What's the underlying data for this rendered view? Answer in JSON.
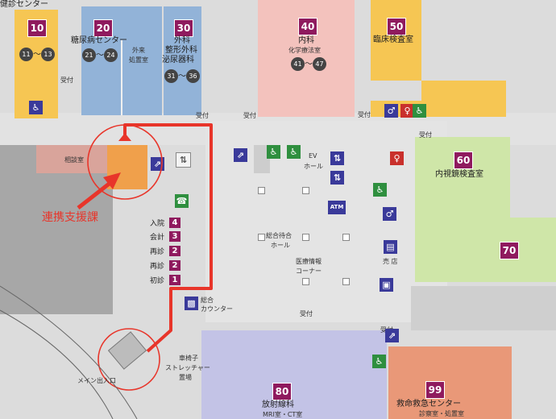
{
  "header": {
    "health_center": "健診センター"
  },
  "areas": {
    "a10": {
      "num": "10",
      "range_start": "11",
      "range_sep": "〜",
      "range_end": "13",
      "color": "#f6c653"
    },
    "a20": {
      "num": "20",
      "name": "糖尿病センター",
      "range_start": "21",
      "range_sep": "〜",
      "range_end": "24",
      "sub1": "外来",
      "sub2": "処置室",
      "color": "#92b3d8"
    },
    "a30": {
      "num": "30",
      "name1": "外科",
      "name2": "整形外科",
      "name3": "泌尿器科",
      "range_start": "31",
      "range_sep": "〜",
      "range_end": "36"
    },
    "a40": {
      "num": "40",
      "name": "内科",
      "sub": "化学療法室",
      "range_start": "41",
      "range_sep": "〜",
      "range_end": "47",
      "color": "#f3c2bd"
    },
    "a50": {
      "num": "50",
      "name": "臨床検査室",
      "color": "#f6c653"
    },
    "a60": {
      "num": "60",
      "name": "内視鏡検査室",
      "color": "#cfe6a8"
    },
    "a70": {
      "num": "70"
    },
    "a80": {
      "num": "80",
      "name": "放射線科",
      "sub": "MRI室・CT室",
      "color": "#c3c3e6"
    },
    "a99": {
      "num": "99",
      "name": "救命救急センター",
      "sub": "診察室・処置室",
      "color": "#e99878"
    }
  },
  "rooms": {
    "consult": "相談室"
  },
  "callout": {
    "label": "連携支援課",
    "color": "#e8352a"
  },
  "reception": {
    "label": "受付"
  },
  "ev_hall": {
    "line1": "EV",
    "line2": "ホール"
  },
  "atm": "ATM",
  "waiting": {
    "line1": "総合待合",
    "line2": "ホール"
  },
  "medinfo": {
    "line1": "医療情報",
    "line2": "コーナー"
  },
  "shop": "売 店",
  "general_counter": {
    "line1": "総合",
    "line2": "カウンター"
  },
  "counter_steps": [
    {
      "num": "4",
      "label": "入院"
    },
    {
      "num": "3",
      "label": "会計"
    },
    {
      "num": "2",
      "label": "再診"
    },
    {
      "num": "2",
      "label": "再診"
    },
    {
      "num": "1",
      "label": "初診"
    }
  ],
  "wheelchair": {
    "line1": "車椅子",
    "line2": "ストレッチャー",
    "line3": "置場"
  },
  "entrance": {
    "label": "メイン出入口"
  },
  "icons": {
    "badge_color": "#8f1a5e",
    "icon_blue": "#3a3a9a",
    "icon_green": "#2f8f3f"
  }
}
